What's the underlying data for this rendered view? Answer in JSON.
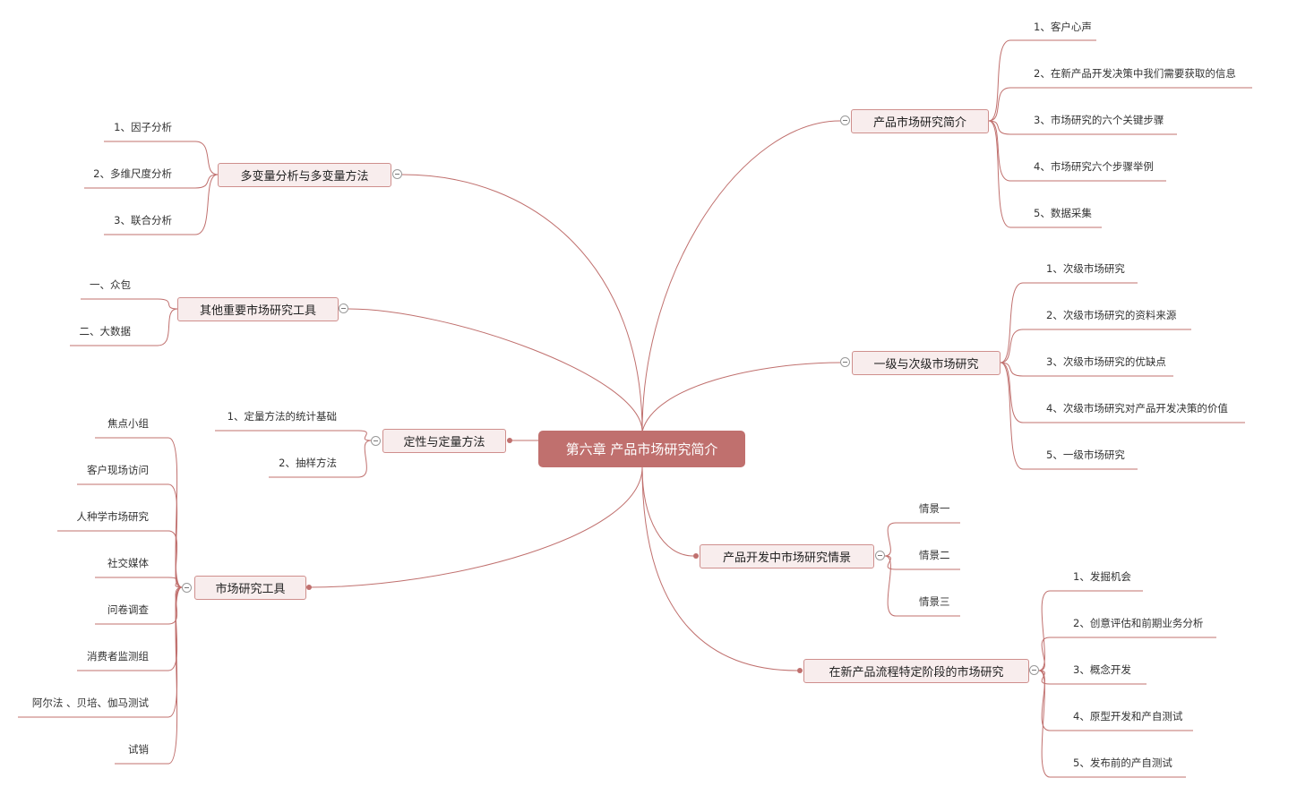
{
  "root": "第六章 产品市场研究简介",
  "branches": {
    "b1": {
      "label": "产品市场研究简介",
      "items": [
        "1、客户心声",
        "2、在新产品开发决策中我们需要获取的信息",
        "3、市场研究的六个关键步骤",
        "4、市场研究六个步骤举例",
        "5、数据采集"
      ]
    },
    "b2": {
      "label": "一级与次级市场研究",
      "items": [
        "1、次级市场研究",
        "2、次级市场研究的资料来源",
        "3、次级市场研究的优缺点",
        "4、次级市场研究对产品开发决策的价值",
        "5、一级市场研究"
      ]
    },
    "b3": {
      "label": "产品开发中市场研究情景",
      "items": [
        "情景一",
        "情景二",
        "情景三"
      ]
    },
    "b4": {
      "label": "在新产品流程特定阶段的市场研究",
      "items": [
        "1、发掘机会",
        "2、创意评估和前期业务分析",
        "3、概念开发",
        "4、原型开发和产自测试",
        "5、发布前的产自测试"
      ]
    },
    "b5": {
      "label": "多变量分析与多变量方法",
      "items": [
        "1、因子分析",
        "2、多维尺度分析",
        "3、联合分析"
      ]
    },
    "b6": {
      "label": "其他重要市场研究工具",
      "items": [
        "一、众包",
        "二、大数据"
      ]
    },
    "b7": {
      "label": "定性与定量方法",
      "items": [
        "1、定量方法的统计基础",
        "2、抽样方法"
      ]
    },
    "b8": {
      "label": "市场研究工具",
      "items": [
        "焦点小组",
        "客户现场访问",
        "人种学市场研究",
        "社交媒体",
        "问卷调查",
        "消费者监测组",
        "阿尔法 、贝培、伽马测试",
        "试销"
      ]
    }
  },
  "colors": {
    "line": "#c0706e",
    "root_fill": "#c0706e",
    "node_fill": "#f8eded",
    "node_border": "#cf8f8d"
  }
}
